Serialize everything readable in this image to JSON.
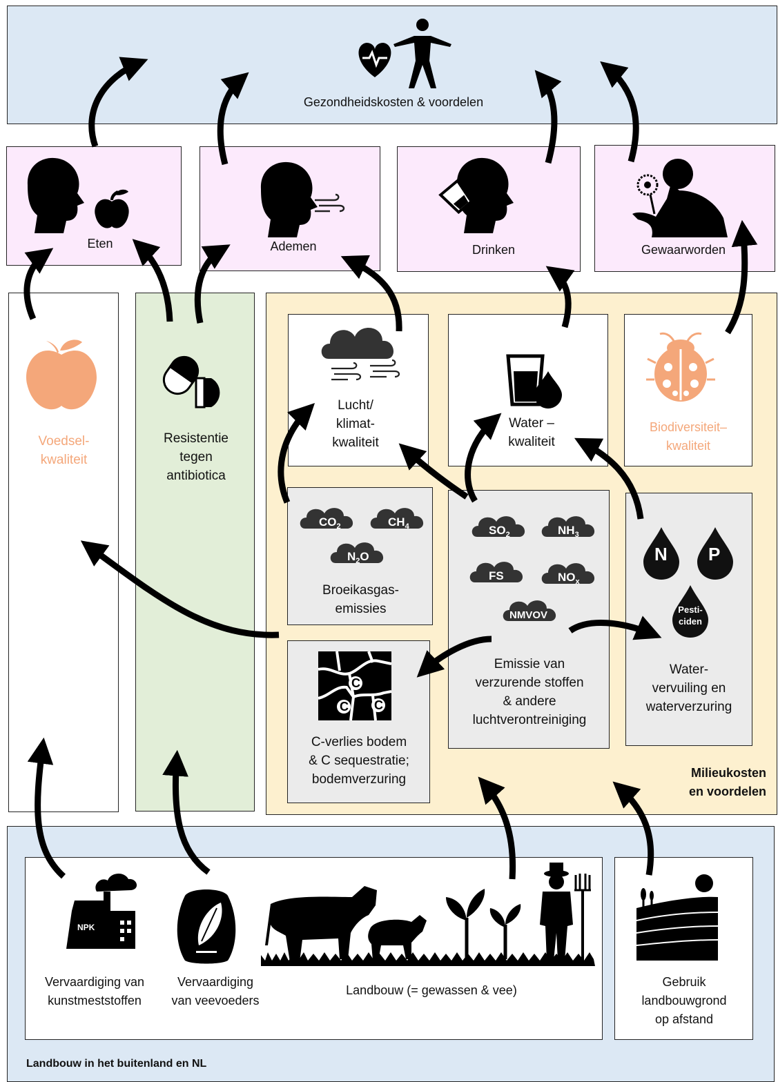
{
  "health": {
    "label": "Gezondheidskosten & voordelen"
  },
  "exposure": {
    "eat": "Eten",
    "breathe": "Ademen",
    "drink": "Drinken",
    "perceive": "Gewaarworden"
  },
  "columns": {
    "food_quality": "Voedsel-\nkwaliteit",
    "antibiotic_resistance": "Resistentie\ntegen\nantibiotica"
  },
  "environment": {
    "title": "Milieukosten\nen voordelen",
    "air": "Lucht/\nklimat-\nkwaliteit",
    "water": "Water –\nkwaliteit",
    "biodiversity": "Biodiversiteit–\nkwaliteit",
    "greenhouse": {
      "label": "Broeikasgas-\nemissies",
      "gases": [
        "CO2",
        "CH4",
        "N2O"
      ]
    },
    "acidifying": {
      "label": "Emissie van\nverzurende stoffen\n& andere\nluchtverontreiniging",
      "gases": [
        "SO2",
        "NH3",
        "FS",
        "NOx",
        "NMVOV"
      ]
    },
    "water_pollution": {
      "label": "Water-\nvervuiling en\nwaterverzuring",
      "drops": [
        "N",
        "P",
        "Pesti-\nciden"
      ]
    },
    "soil": {
      "label": "C-verlies bodem\n& C sequestratie;\nbodemverzuring",
      "letters": [
        "C",
        "C",
        "C"
      ]
    }
  },
  "sources": {
    "title": "Landbouw in het buitenland en NL",
    "fertilizer": "Vervaardiging van\nkunstmeststoffen",
    "fertilizer_sign": "NPK",
    "feed": "Vervaardiging\nvan veevoeders",
    "agriculture": "Landbouw (= gewassen & vee)",
    "land_use": "Gebruik\nlandbouwgrond\nop afstand"
  },
  "colors": {
    "blue_panel": "#dce8f4",
    "pink_panel": "#fceafc",
    "green_panel": "#e2eed8",
    "cream_panel": "#fdf0cf",
    "grey_panel": "#ebebeb",
    "accent_orange": "#f4a77a",
    "arrow": "#000000"
  },
  "icons": [
    "heart-rate-icon",
    "person-icon",
    "head-eating-icon",
    "apple-icon",
    "head-breathing-icon",
    "head-drinking-icon",
    "head-smelling-flower-icon",
    "pill-icon",
    "storm-cloud-icon",
    "glass-water-icon",
    "ladybug-icon",
    "factory-icon",
    "feed-bag-icon",
    "cow-icon",
    "sheep-icon",
    "plant-icon",
    "farmer-icon",
    "field-icon"
  ]
}
